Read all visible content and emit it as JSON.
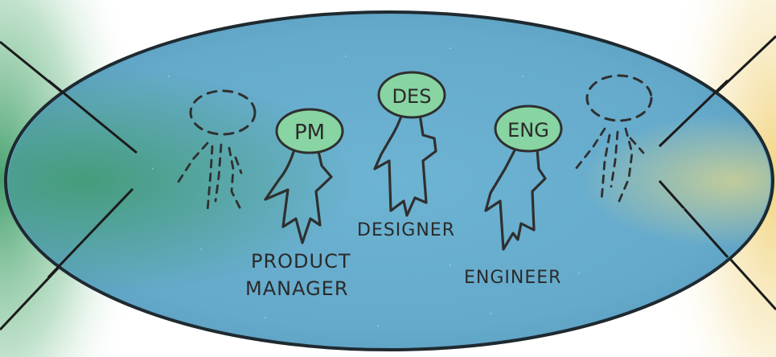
{
  "colors": {
    "ellipse_fill": "#68AECD",
    "ellipse_stroke": "#1e2a30",
    "badge_fill": "#88D4A2",
    "left_wash": "#4CAF7A",
    "right_wash": "#EFD58A",
    "ink": "#2f2f2f"
  },
  "team": {
    "members": [
      {
        "badge": "PM",
        "label_line1": "PRODUCT",
        "label_line2": "MANAGER"
      },
      {
        "badge": "DES",
        "label_line1": "DESIGNER",
        "label_line2": ""
      },
      {
        "badge": "ENG",
        "label_line1": "ENGINEER",
        "label_line2": ""
      }
    ]
  },
  "placeholders": [
    {
      "icon": "dashed-person-icon",
      "side": "left"
    },
    {
      "icon": "dashed-person-icon",
      "side": "right"
    }
  ]
}
